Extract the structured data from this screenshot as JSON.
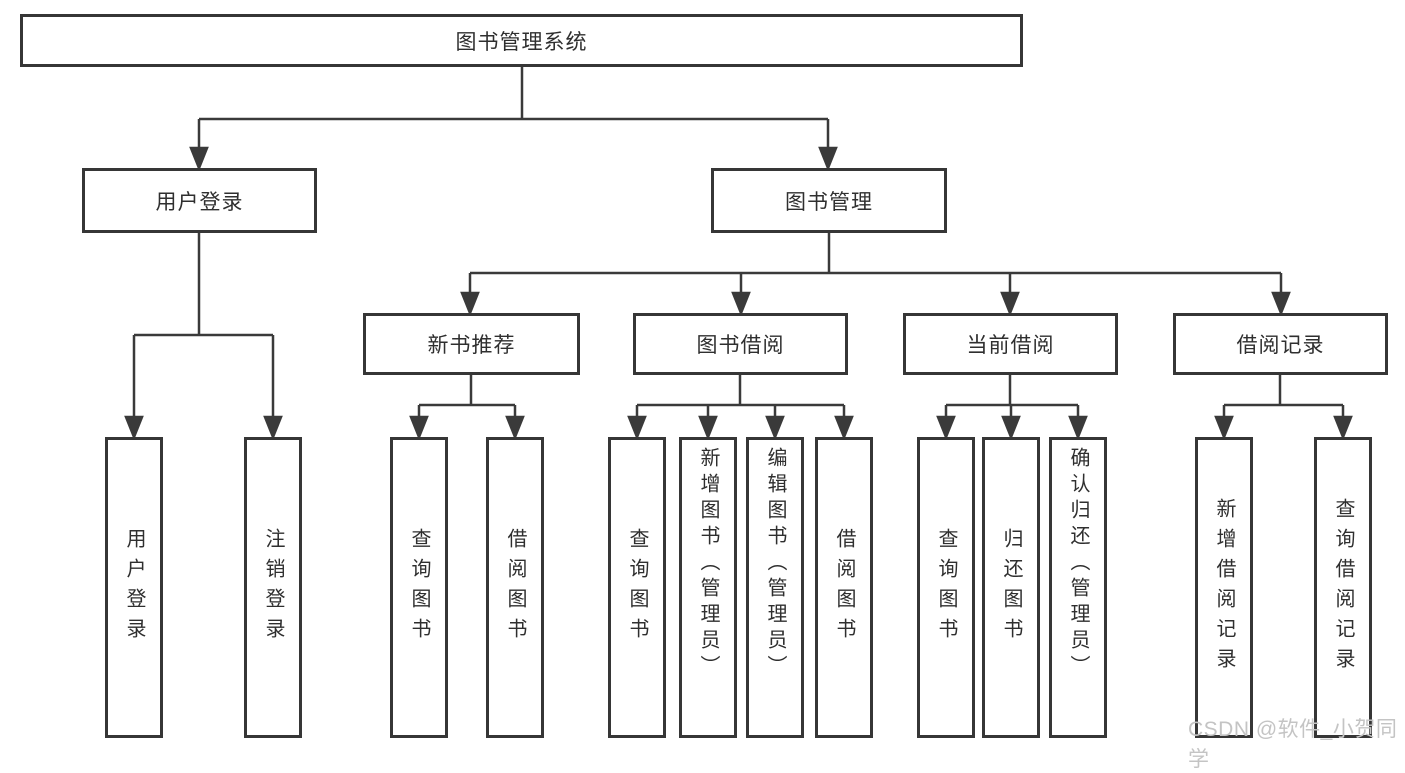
{
  "tree": {
    "root": {
      "label": "图书管理系统"
    },
    "level1": [
      {
        "label": "用户登录"
      },
      {
        "label": "图书管理"
      }
    ],
    "level2": [
      {
        "label": "新书推荐"
      },
      {
        "label": "图书借阅"
      },
      {
        "label": "当前借阅"
      },
      {
        "label": "借阅记录"
      }
    ],
    "leaves": [
      {
        "label": "用户登录",
        "parent": "用户登录"
      },
      {
        "label": "注销登录",
        "parent": "用户登录"
      },
      {
        "label": "查询图书",
        "parent": "新书推荐"
      },
      {
        "label": "借阅图书",
        "parent": "新书推荐"
      },
      {
        "label": "查询图书",
        "parent": "图书借阅"
      },
      {
        "label": "新增图书（管理员）",
        "parent": "图书借阅"
      },
      {
        "label": "编辑图书（管理员）",
        "parent": "图书借阅"
      },
      {
        "label": "借阅图书",
        "parent": "图书借阅"
      },
      {
        "label": "查询图书",
        "parent": "当前借阅"
      },
      {
        "label": "归还图书",
        "parent": "当前借阅"
      },
      {
        "label": "确认归还（管理员）",
        "parent": "当前借阅"
      },
      {
        "label": "新增借阅记录",
        "parent": "借阅记录"
      },
      {
        "label": "查询借阅记录",
        "parent": "借阅记录"
      }
    ]
  },
  "watermark": {
    "text": "CSDN @软件_小贺同学"
  },
  "colors": {
    "line": "#3a3a3a",
    "box_border": "#363636",
    "text": "#2f2f2f",
    "watermark": "#c4c4c4",
    "background": "#ffffff"
  }
}
